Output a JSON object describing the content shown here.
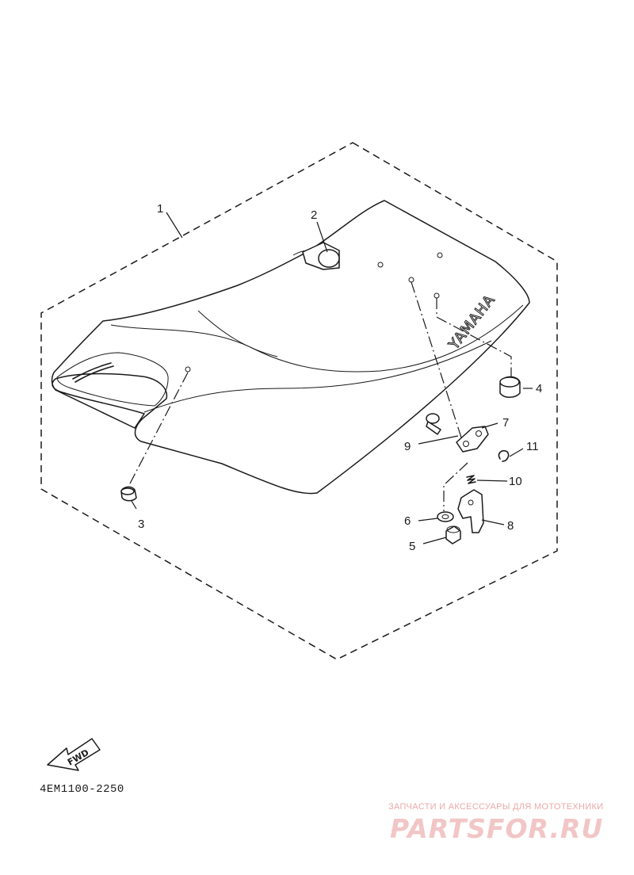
{
  "diagram": {
    "callouts": [
      {
        "id": "1",
        "label": "1"
      },
      {
        "id": "2",
        "label": "2"
      },
      {
        "id": "3",
        "label": "3"
      },
      {
        "id": "4",
        "label": "4"
      },
      {
        "id": "5",
        "label": "5"
      },
      {
        "id": "6",
        "label": "6"
      },
      {
        "id": "7",
        "label": "7"
      },
      {
        "id": "8",
        "label": "8"
      },
      {
        "id": "9",
        "label": "9"
      },
      {
        "id": "10",
        "label": "10"
      },
      {
        "id": "11",
        "label": "11"
      }
    ],
    "seat_brand_text": "YAMAHA",
    "fwd_label": "FWD",
    "part_code": "4EM1100-2250"
  },
  "watermark": {
    "tagline": "ЗАПЧАСТИ И АКСЕССУАРЫ ДЛЯ МОТОТЕХНИКИ",
    "logo": "PARTSFOR.RU"
  },
  "colors": {
    "ink": "#1a1a1a",
    "watermark": "#f2c6c6"
  }
}
